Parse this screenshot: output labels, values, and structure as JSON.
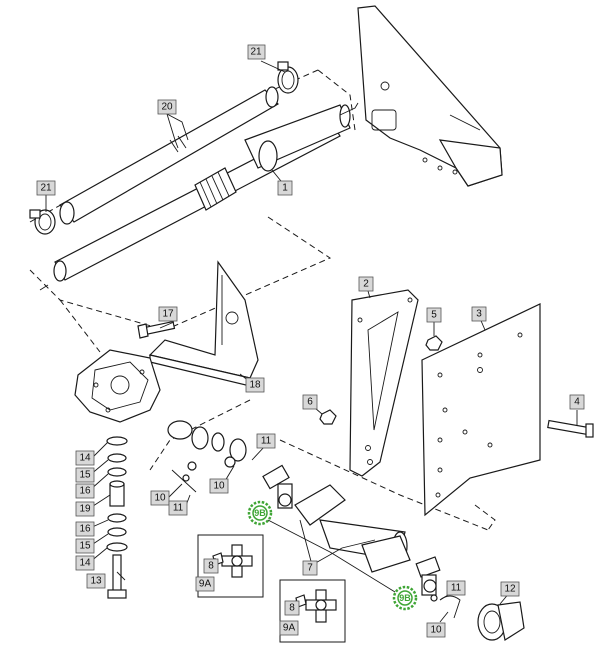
{
  "callouts": {
    "c1": "1",
    "c2": "2",
    "c3": "3",
    "c4": "4",
    "c5": "5",
    "c6": "6",
    "c7": "7",
    "c8a": "8",
    "c8b": "8",
    "c9a_a": "9A",
    "c9a_b": "9A",
    "c9b_a": "9B",
    "c9b_b": "9B",
    "c10a": "10",
    "c10b": "10",
    "c10c": "10",
    "c11a": "11",
    "c11b": "11",
    "c11c": "11",
    "c12": "12",
    "c13": "13",
    "c14a": "14",
    "c14b": "14",
    "c15a": "15",
    "c15b": "15",
    "c16a": "16",
    "c16b": "16",
    "c17": "17",
    "c18": "18",
    "c19": "19",
    "c20": "20",
    "c21a": "21",
    "c21b": "21"
  },
  "colors": {
    "highlight": "#3fa535",
    "callout_fill": "#d8d8d8"
  }
}
